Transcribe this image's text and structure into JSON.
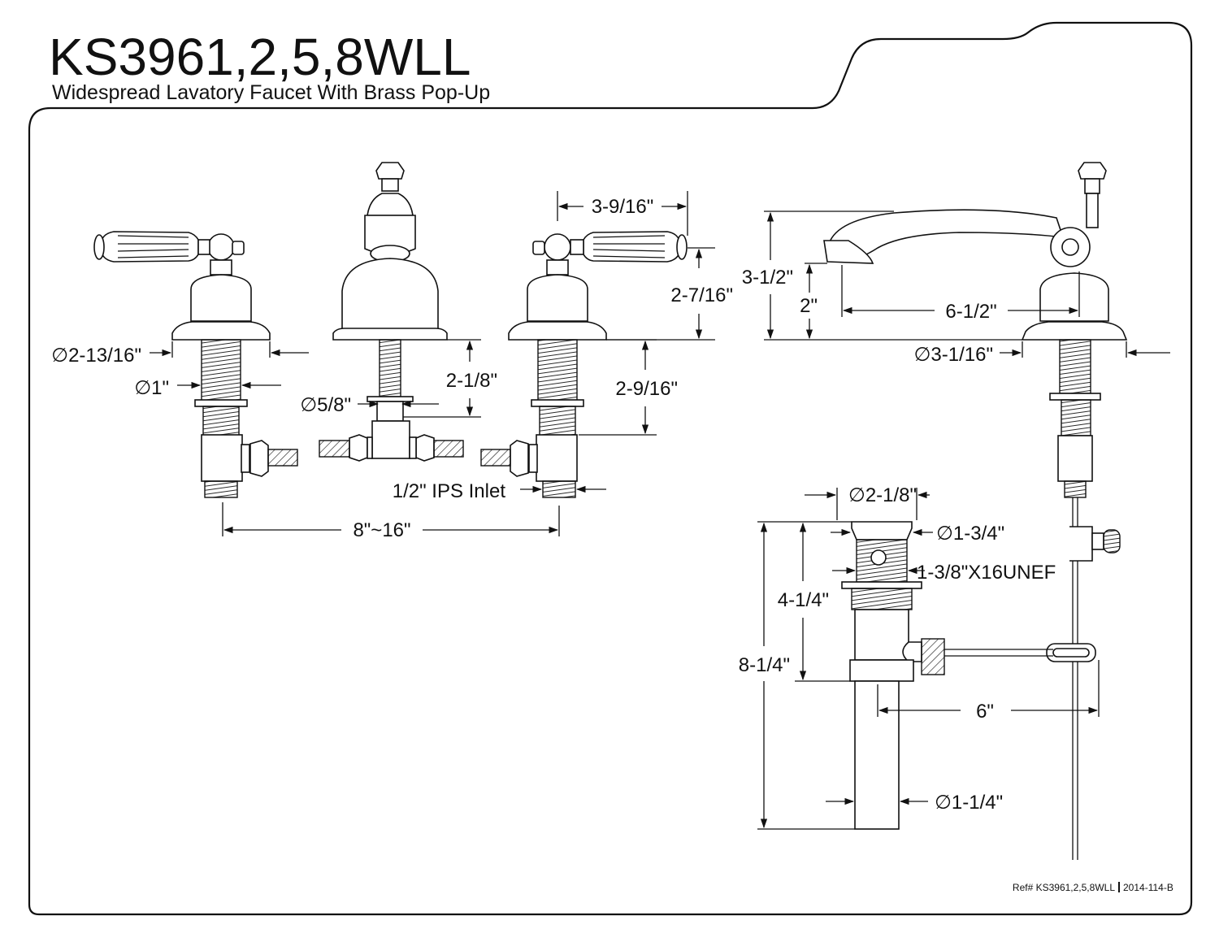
{
  "header": {
    "title": "KS3961,2,5,8WLL",
    "subtitle": "Widespread Lavatory Faucet With Brass Pop-Up"
  },
  "dimensions": {
    "handle_spread": "3-9/16\"",
    "handle_height": "2-7/16\"",
    "flange_diameter": "∅2-13/16\"",
    "shank_diameter": "∅1\"",
    "spout_shank_diameter": "∅5/8\"",
    "spout_shank_length": "2-1/8\"",
    "handle_shank_length": "2-9/16\"",
    "inlet": "1/2\" IPS Inlet",
    "center_spread": "8\"~16\"",
    "spout_total_height": "3-1/2\"",
    "spout_height": "2\"",
    "spout_reach": "6-1/2\"",
    "spout_base_diameter": "∅3-1/16\"",
    "drain_flange_diameter": "∅2-1/8\"",
    "drain_cap_diameter": "∅1-3/4\"",
    "drain_thread": "1-3/8\"X16UNEF",
    "drain_body_length": "4-1/4\"",
    "drain_total_length": "8-1/4\"",
    "rod_length": "6\"",
    "tailpiece_diameter": "∅1-1/4\""
  },
  "footer": {
    "ref": "Ref# KS3961,2,5,8WLL",
    "code": "2014-114-B"
  }
}
